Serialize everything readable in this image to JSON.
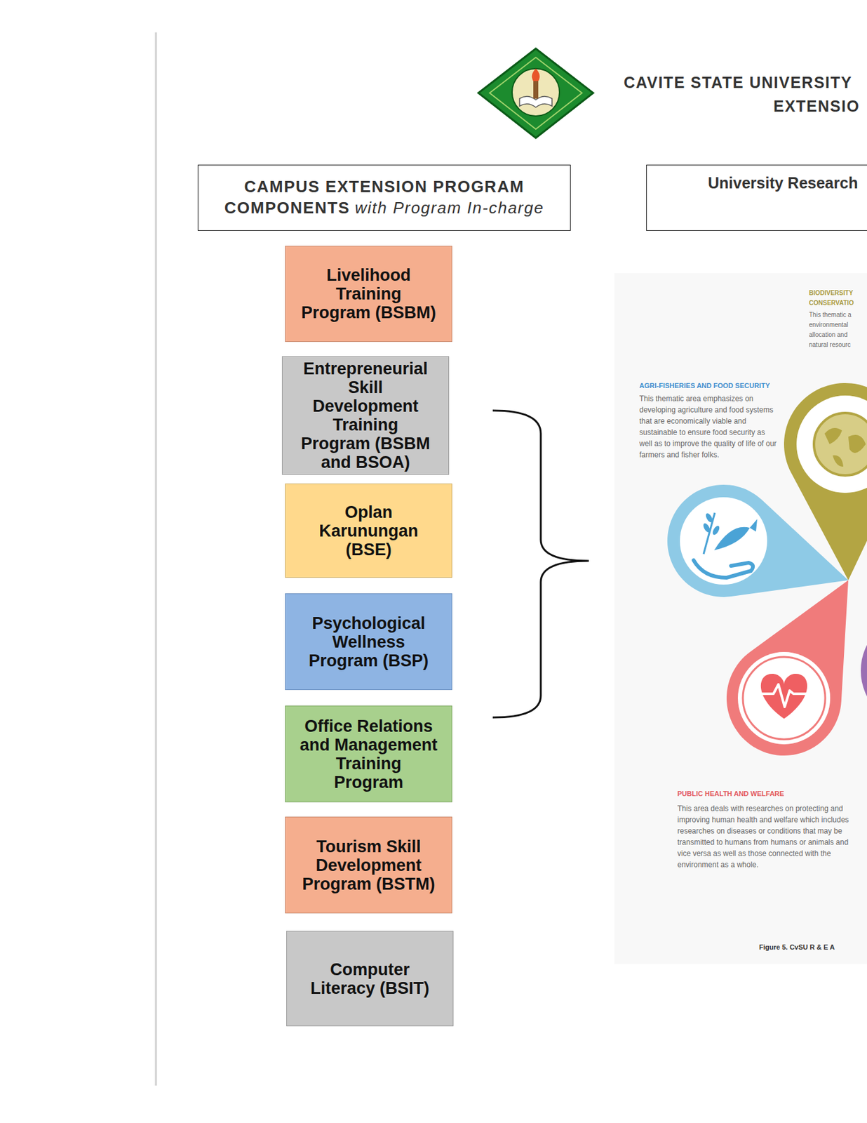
{
  "diagram": {
    "title": "CAVITE STATE UNIVERSITY",
    "nodes": [
      {
        "text": [
          "CAMPUS EXTENSION PROGRAM COMPONENTS",
          "with Program In-charge"
        ]
      },
      {
        "text": [
          "University Research"
        ]
      },
      {
        "text": [
          "Livelihood Training Program (BSBM)"
        ]
      },
      {
        "text": [
          "Entrepreneurial Skill Development Training Program (BSBM and BSOA)"
        ]
      },
      {
        "text": [
          "Oplan Karunungan (BSE)"
        ]
      },
      {
        "text": [
          "Psychological Wellness Program (BSP)"
        ]
      },
      {
        "text": [
          "Office Relations and Management Training Program"
        ]
      },
      {
        "text": [
          "Tourism Skill Development Program (BSTM)"
        ]
      },
      {
        "text": [
          "Computer Literacy (BSIT)"
        ]
      }
    ],
    "labels": [
      "EXTENSIO",
      "AGRI-FISHERIES AND FOOD SECURITY",
      "This thematic area emphasizes on developing agriculture and food systems that are economically viable and sustainable to ensure food security as well as to improve the quality of life of our farmers and fisher folks.",
      "BIODIVERSITY",
      "CONSERVATIO",
      "This thematic a",
      "environmental",
      "allocation and",
      "natural resourc",
      "PUBLIC HEALTH AND WELFARE",
      "This area deals with researches on protecting and improving human health and welfare which includes researches on diseases or conditions that may be transmitted to humans from humans or animals and vice versa as well as those connected with the environment as a whole.",
      "Figure 5. CvSU R & E A"
    ]
  }
}
